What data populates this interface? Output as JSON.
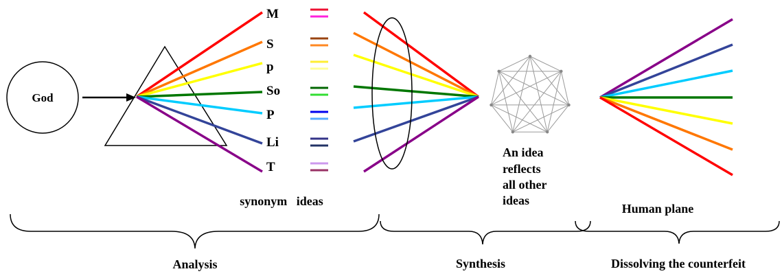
{
  "god_label": "God",
  "ideas": [
    {
      "letter": "M",
      "color": "#ff0000",
      "synonyms": [
        "#ee1133",
        "#ff22dd"
      ]
    },
    {
      "letter": "S",
      "color": "#ff7700",
      "synonyms": [
        "#994411",
        "#ff8822"
      ]
    },
    {
      "letter": "p",
      "color": "#ffff00",
      "synonyms": [
        "#ffee33",
        "#ffff99"
      ]
    },
    {
      "letter": "So",
      "color": "#007700",
      "synonyms": [
        "#006600",
        "#33dd33"
      ]
    },
    {
      "letter": "P",
      "color": "#00ccff",
      "synonyms": [
        "#0000ee",
        "#55aaff"
      ]
    },
    {
      "letter": "Li",
      "color": "#334499",
      "synonyms": [
        "#333388",
        "#223366"
      ]
    },
    {
      "letter": "T",
      "color": "#880088",
      "synonyms": [
        "#cc99ee",
        "#993366"
      ]
    }
  ],
  "synonym_ideas_label": "synonym   ideas",
  "idea_reflects_lines": [
    "An idea",
    "reflects",
    "all other",
    "ideas"
  ],
  "human_plane_label": "Human plane",
  "analysis_label": "Analysis",
  "synthesis_label": "Synthesis",
  "dissolving_label": "Dissolving the counterfeit",
  "human_plane_order": [
    "#880088",
    "#334499",
    "#00ccff",
    "#007700",
    "#ffff00",
    "#ff7700",
    "#ff0000"
  ]
}
